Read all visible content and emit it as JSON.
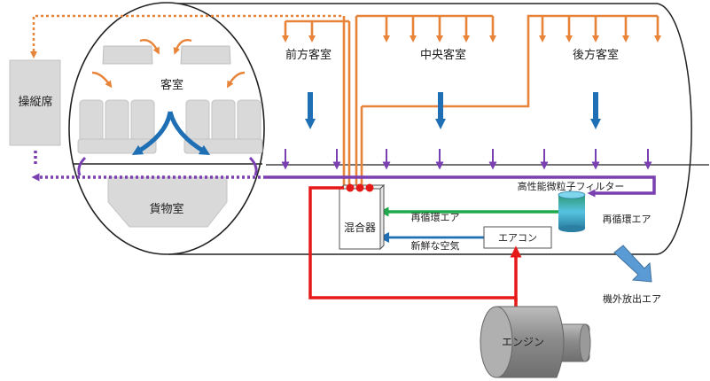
{
  "labels": {
    "cockpit": "操縦席",
    "cabin": "客室",
    "cargo": "貨物室",
    "front_cabin": "前方客室",
    "center_cabin": "中央客室",
    "rear_cabin": "後方客室",
    "hepa": "高性能微粒子フィルター",
    "recirc_main": "再循環エア",
    "recirc_right": "再循環エア",
    "fresh_air": "新鮮な空気",
    "mixer": "混合器",
    "aircon": "エアコン",
    "exhaust": "機外放出エア",
    "engine": "エンジン"
  },
  "colors": {
    "conditioned_air": "#e8843a",
    "recirculated_air": "#7a3fb0",
    "cabin_flow": "#1f6fb5",
    "hepa_flow": "#21a84a",
    "bleed_air": "#e61919",
    "exhaust": "#5b9bd5",
    "outline": "#222222",
    "gray_fill": "#d9d9d9"
  }
}
